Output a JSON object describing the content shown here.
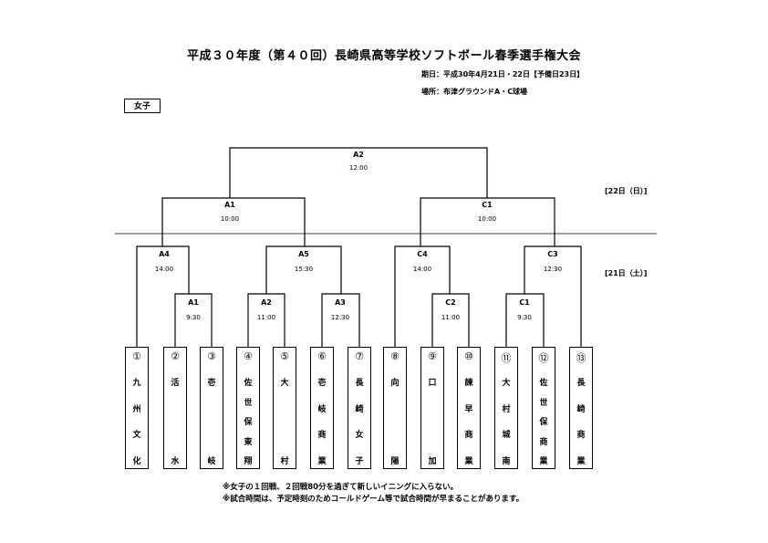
{
  "title": "平成３０年度（第４０回）長崎県高等学校ソフトボール春季選手権大会",
  "date_info": "期日：平成30年4月21日・22日【予備日23日】",
  "place_info": "場所：布津グラウンドA・C球場",
  "division": "女子",
  "day_labels": {
    "day22": "[22日（日）]",
    "day21": "[21日（土）]"
  },
  "matches": {
    "final": {
      "label": "A2",
      "time": "12:00"
    },
    "semi_a": {
      "label": "A1",
      "time": "10:00"
    },
    "semi_c": {
      "label": "C1",
      "time": "10:00"
    },
    "qf_a4": {
      "label": "A4",
      "time": "14:00"
    },
    "qf_a5": {
      "label": "A5",
      "time": "15:30"
    },
    "qf_c4": {
      "label": "C4",
      "time": "14:00"
    },
    "qf_c3": {
      "label": "C3",
      "time": "12:30"
    },
    "r1_a1": {
      "label": "A1",
      "time": "9:30"
    },
    "r1_a2": {
      "label": "A2",
      "time": "11:00"
    },
    "r1_a3": {
      "label": "A3",
      "time": "12:30"
    },
    "r1_c2": {
      "label": "C2",
      "time": "11:00"
    },
    "r1_c1": {
      "label": "C1",
      "time": "9:30"
    }
  },
  "teams": [
    {
      "num": "①",
      "chars": [
        "九",
        "州",
        "文",
        "化"
      ]
    },
    {
      "num": "②",
      "chars": [
        "活",
        "水"
      ]
    },
    {
      "num": "③",
      "chars": [
        "壱",
        "岐"
      ]
    },
    {
      "num": "④",
      "chars": [
        "佐",
        "世",
        "保",
        "東",
        "翔"
      ]
    },
    {
      "num": "⑤",
      "chars": [
        "大",
        "村"
      ]
    },
    {
      "num": "⑥",
      "chars": [
        "壱",
        "岐",
        "商",
        "業"
      ]
    },
    {
      "num": "⑦",
      "chars": [
        "長",
        "崎",
        "女",
        "子"
      ]
    },
    {
      "num": "⑧",
      "chars": [
        "向",
        "陽"
      ]
    },
    {
      "num": "⑨",
      "chars": [
        "口",
        "加"
      ]
    },
    {
      "num": "⑩",
      "chars": [
        "諫",
        "早",
        "商",
        "業"
      ]
    },
    {
      "num": "⑪",
      "chars": [
        "大",
        "村",
        "城",
        "南"
      ]
    },
    {
      "num": "⑫",
      "chars": [
        "佐",
        "世",
        "保",
        "商",
        "業"
      ]
    },
    {
      "num": "⑬",
      "chars": [
        "長",
        "崎",
        "商",
        "業"
      ]
    }
  ],
  "notes": [
    "※女子の１回戦、２回戦80分を過ぎて新しいイニングに入らない。",
    "※試合時間は、予定時刻のためコールドゲーム等で試合時間が早まることがあります。"
  ]
}
